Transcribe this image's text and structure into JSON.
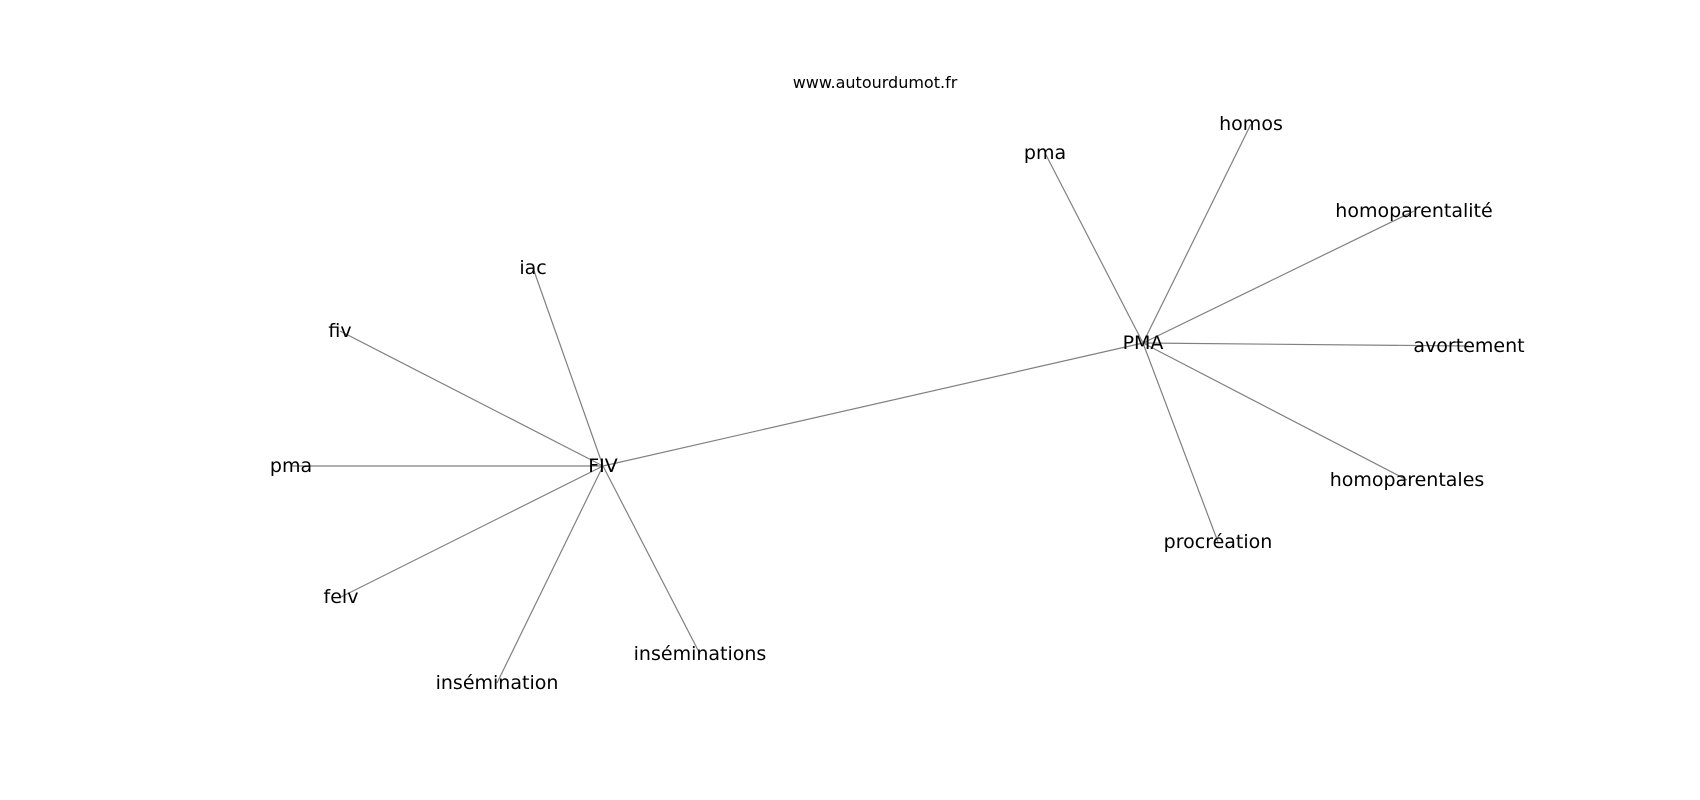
{
  "title": "www.autourdumot.fr",
  "colors": {
    "edge": "#808080",
    "text": "#000000",
    "background": "#ffffff"
  },
  "graph": {
    "nodes": [
      {
        "id": "FIV",
        "label": "FIV"
      },
      {
        "id": "PMA",
        "label": "PMA"
      },
      {
        "id": "iac",
        "label": "iac"
      },
      {
        "id": "fiv",
        "label": "fiv"
      },
      {
        "id": "pma1",
        "label": "pma"
      },
      {
        "id": "felv",
        "label": "felv"
      },
      {
        "id": "insemination",
        "label": "insémination"
      },
      {
        "id": "inseminations",
        "label": "inséminations"
      },
      {
        "id": "pma2",
        "label": "pma"
      },
      {
        "id": "homos",
        "label": "homos"
      },
      {
        "id": "homoparentalite",
        "label": "homoparentalité"
      },
      {
        "id": "avortement",
        "label": "avortement"
      },
      {
        "id": "homoparentales",
        "label": "homoparentales"
      },
      {
        "id": "procreation",
        "label": "procréation"
      }
    ],
    "edges": [
      [
        "FIV",
        "PMA"
      ],
      [
        "FIV",
        "iac"
      ],
      [
        "FIV",
        "fiv"
      ],
      [
        "FIV",
        "pma1"
      ],
      [
        "FIV",
        "felv"
      ],
      [
        "FIV",
        "insemination"
      ],
      [
        "FIV",
        "inseminations"
      ],
      [
        "PMA",
        "pma2"
      ],
      [
        "PMA",
        "homos"
      ],
      [
        "PMA",
        "homoparentalite"
      ],
      [
        "PMA",
        "avortement"
      ],
      [
        "PMA",
        "homoparentales"
      ],
      [
        "PMA",
        "procreation"
      ]
    ]
  }
}
